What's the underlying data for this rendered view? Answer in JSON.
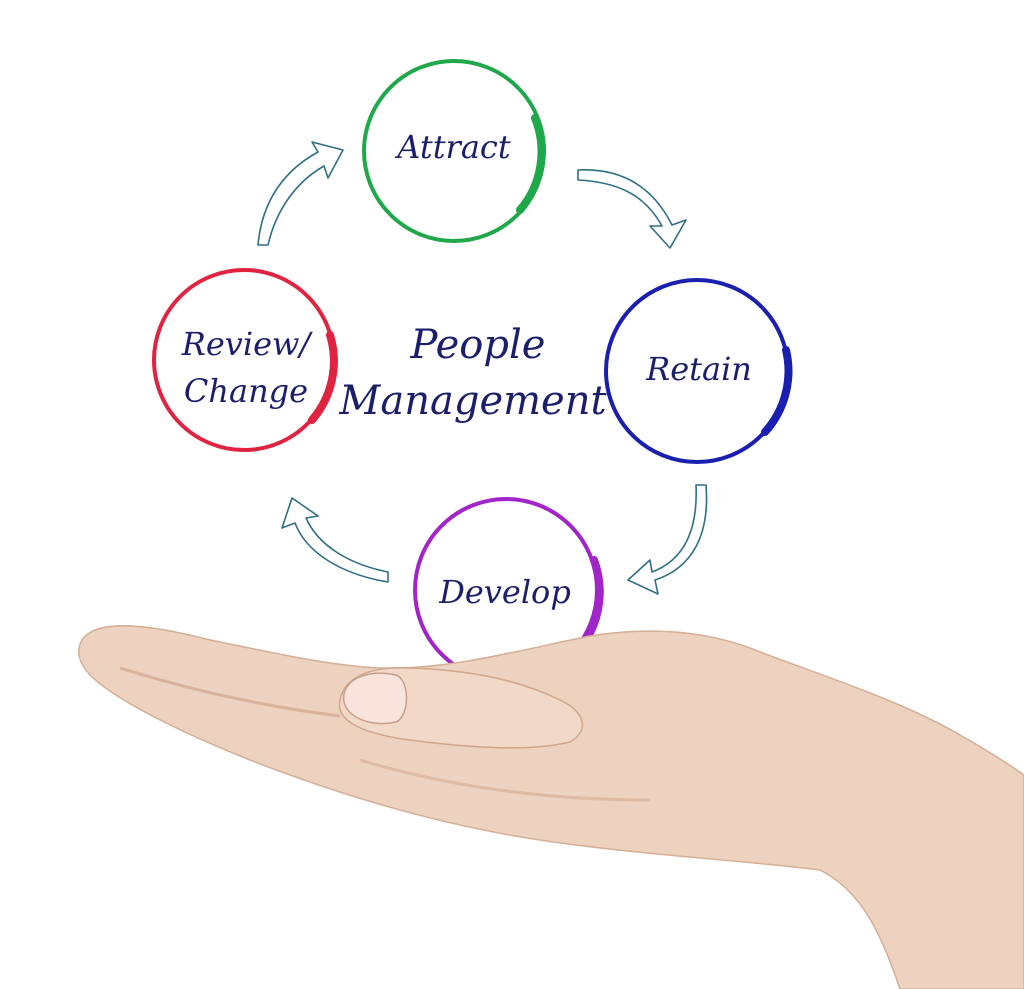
{
  "diagram": {
    "center": {
      "line1": "People",
      "line2": "Management"
    },
    "stages": {
      "attract": {
        "label": "Attract",
        "color": "#1fa84a"
      },
      "retain": {
        "label": "Retain",
        "color": "#1a1fb0"
      },
      "develop": {
        "label": "Develop",
        "color": "#a125c9"
      },
      "review": {
        "line1": "Review/",
        "line2": "Change",
        "color": "#e0233f"
      }
    },
    "arrow_color": "#2f6f86"
  }
}
